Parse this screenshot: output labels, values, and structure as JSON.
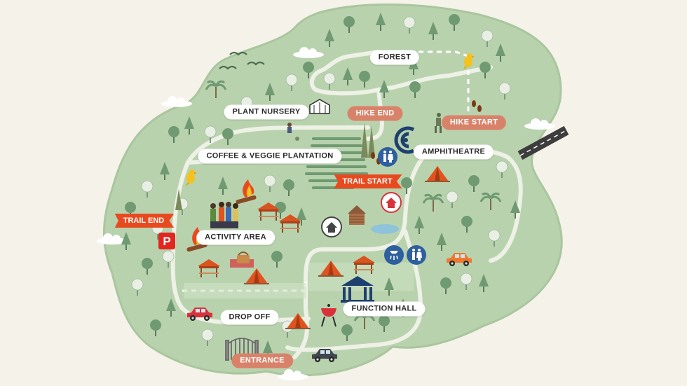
{
  "labels": {
    "forest": "FOREST",
    "plant_nursery": "PLANT NURSERY",
    "hike_end": "HIKE END",
    "hike_start": "HIKE START",
    "coffee_veggie": "COFFEE & VEGGIE PLANTATION",
    "amphitheatre": "AMPHITHEATRE",
    "trail_start": "TRAIL START",
    "trail_end": "TRAIL END",
    "activity_area": "ACTIVITY AREA",
    "function_hall": "FUNCTION HALL",
    "drop_off": "DROP OFF",
    "entrance": "ENTRANCE",
    "parking": "P"
  },
  "colors": {
    "background": "#f5f2ea",
    "land": "#b9d2ae",
    "land_edge": "#a9c69d",
    "path": "#eef1e6",
    "trail_dashes": "#ffffff",
    "tree_dark": "#6f9a72",
    "tree_light": "#e9efe4",
    "label_bg": "#ffffff",
    "salmon_label": "#d9826a",
    "flag_red": "#e84a1f",
    "tent_orange": "#e0531e",
    "icon_blue": "#2e5f9e",
    "hall_navy": "#1f3f6e",
    "road": "#3d3d3d",
    "car_red": "#d9313a",
    "car_orange": "#ef7a2e",
    "car_dark": "#41464f"
  },
  "icons": [
    "parking-icon",
    "toilet-icon",
    "shower-icon",
    "home-icon",
    "amphitheatre-icon",
    "bird-icon",
    "footprints-icon",
    "campfire-icon",
    "tent-icon",
    "gazebo-icon",
    "cabin-icon",
    "pond-icon",
    "bbq-grill-icon",
    "function-hall-icon",
    "car-icon",
    "gate-icon",
    "greenhouse-icon"
  ]
}
